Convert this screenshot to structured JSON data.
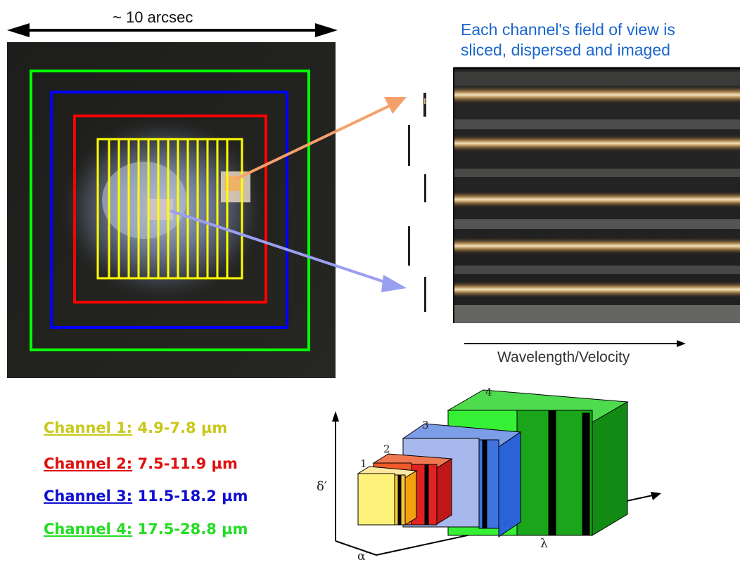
{
  "top_label": "~ 10 arcsec",
  "caption": {
    "line1": "Each channel's field of view is",
    "line2": "sliced, dispersed and imaged"
  },
  "wavelength_label": "Wavelength/Velocity",
  "channels": [
    {
      "name": "Channel 1:",
      "range": "4.9-7.8 µm",
      "color": "#c8c81a"
    },
    {
      "name": "Channel 2:",
      "range": "7.5-11.9 µm",
      "color": "#e01010"
    },
    {
      "name": "Channel 3:",
      "range": "11.5-18.2 µm",
      "color": "#1010d0"
    },
    {
      "name": "Channel 4:",
      "range": "17.5-28.8 µm",
      "color": "#22dd22"
    }
  ],
  "frame_colors": {
    "channel1": "#ffff00",
    "channel2": "#ff0000",
    "channel3": "#0000ff",
    "channel4": "#00ff00"
  },
  "cube": {
    "numbers": [
      "1",
      "2",
      "3",
      "4"
    ],
    "axis_delta": "δ′",
    "axis_lambda": "λ",
    "axis_alpha": "α′"
  }
}
